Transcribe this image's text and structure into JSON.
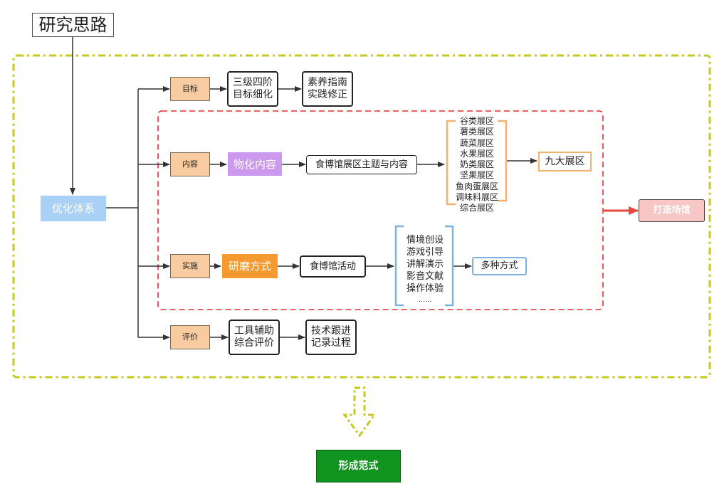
{
  "title": "研究思路",
  "root": "优化体系",
  "categories": [
    {
      "label": "目标",
      "steps": [
        "三级四阶\n目标细化",
        "素养指南\n实践修正"
      ]
    },
    {
      "label": "内容",
      "highlight": "物化内容",
      "step": "食博馆展区主题与内容",
      "list": [
        "谷类展区",
        "薯类展区",
        "蔬菜展区",
        "水果展区",
        "奶类展区",
        "坚果展区",
        "鱼肉蛋展区",
        "调味料展区",
        "综合展区"
      ],
      "outcome": "九大展区"
    },
    {
      "label": "实施",
      "highlight": "研磨方式",
      "step": "食博馆活动",
      "list": [
        "情境创设",
        "游戏引导",
        "讲解演示",
        "影音文献",
        "操作体验",
        "……"
      ],
      "outcome": "多种方式"
    },
    {
      "label": "评价",
      "steps": [
        "工具辅助\n综合评价",
        "技术跟进\n记录过程"
      ]
    }
  ],
  "build_venue": "打造场馆",
  "result": "形成范式",
  "colors": {
    "outer_frame": "#c8c81e",
    "inner_frame": "#e03030",
    "category_fill": "#f8cba1",
    "root_fill": "#a9d0f5",
    "purple": "#cc99ee",
    "orange": "#f59a30",
    "venue_fill": "#f9c6c6",
    "result_fill": "#11941f",
    "bracket_orange": "#f2b36f",
    "bracket_blue": "#7fb2e0"
  }
}
